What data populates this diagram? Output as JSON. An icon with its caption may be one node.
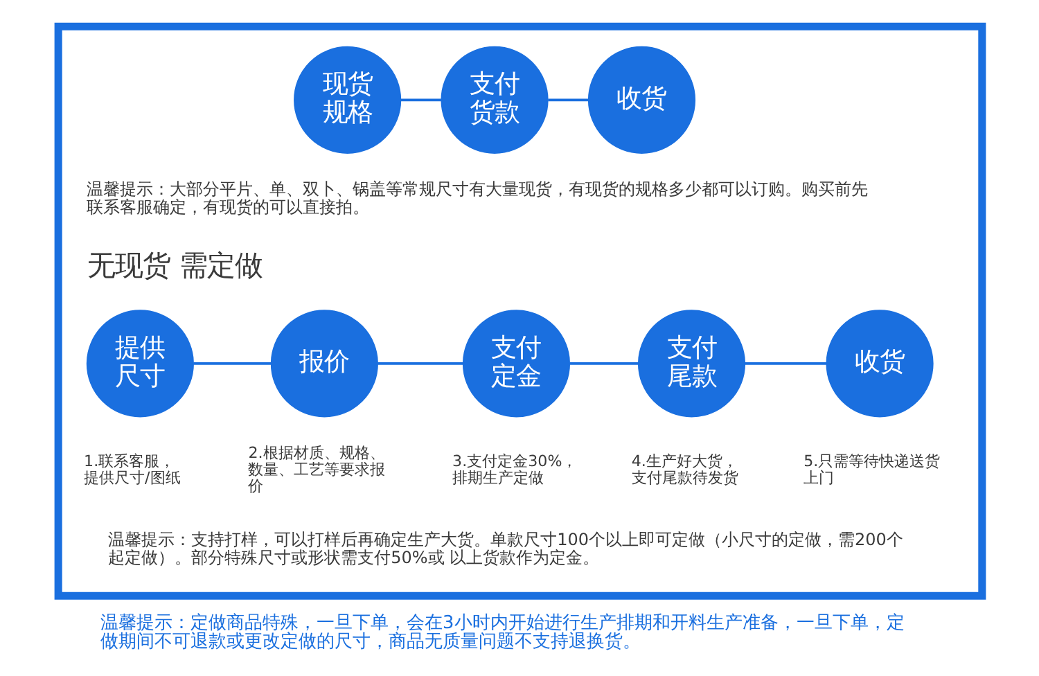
{
  "diagram": {
    "nodes": [
      {
        "text": [],
        "shape": "box"
      },
      {
        "text": [
          "现货规格"
        ],
        "in": 0
      },
      {
        "text": [
          "支付货款"
        ],
        "in": 0
      },
      {
        "text": [
          "收货"
        ],
        "in": 0
      },
      {
        "text": [
          "提供尺寸"
        ],
        "in": 0,
        "beside": [
          "1.联系客服，提供尺寸/图纸"
        ]
      },
      {
        "text": [
          "报价"
        ],
        "in": 0,
        "beside": [
          "2.根据材质、规格、数量、工艺等要求报价"
        ]
      },
      {
        "text": [
          "支付定金"
        ],
        "in": 0,
        "beside": [
          "3.支付定金30%，排期生产定做"
        ]
      },
      {
        "text": [
          "支付尾款"
        ],
        "in": 0,
        "beside": [
          "4.生产好大货，支付尾款待发货"
        ]
      },
      {
        "text": [
          "收货"
        ],
        "in": 0,
        "beside": [
          "5.只需等待快递送货上门"
        ]
      }
    ],
    "edges": [
      {
        "from": 1,
        "to": 2,
        "arrow": "none"
      },
      {
        "from": 2,
        "to": 3,
        "arrow": "none"
      },
      {
        "from": 4,
        "to": 5,
        "arrow": "none"
      },
      {
        "from": 5,
        "to": 6,
        "arrow": "none"
      },
      {
        "from": 6,
        "to": 7,
        "arrow": "none"
      },
      {
        "from": 7,
        "to": 8,
        "arrow": "none"
      }
    ],
    "labels": [
      "温馨提示：大部分平片、单、双卜、锅盖等常规尺寸有大量现货，有现货的规格多少都可以订购。购买前先联系客服确定，有现货的可以直接拍。",
      "无现货 需定做",
      "温馨提示：支持打样，可以打样后再确定生产大货。单款尺寸100个以上即可定做（小尺寸的定做，需200个起定做）。部分特殊尺寸或形状需支付50%或 以上货款作为定金。",
      "温馨提示：定做商品特殊，一旦下单，会在3小时内开始进行生产排期和开料生产准备，一旦下单，定做期间不可退款或更改定做的尺寸，商品无质量问题不支持退换货。"
    ]
  }
}
